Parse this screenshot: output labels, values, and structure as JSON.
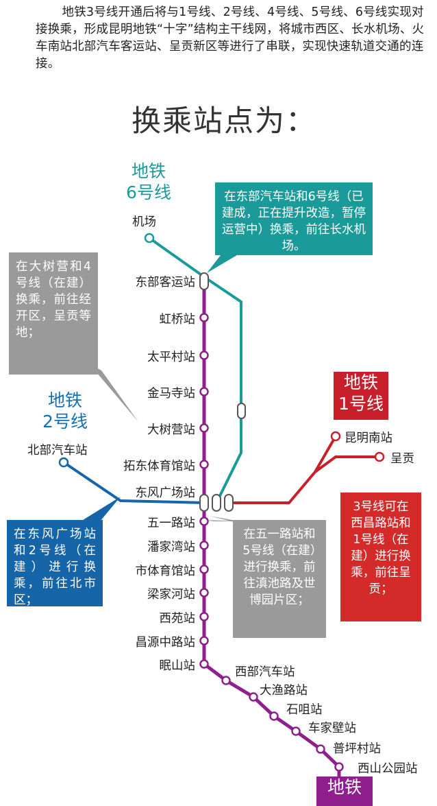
{
  "intro": "地铁3号线开通后将与1号线、2号线、4号线、5号线、6号线实现对接换乘，形成昆明地铁“十字”结构主干线网，将城市西区、长水机场、火车南站北部汽车客运站、呈贡新区等进行了串联，实现快速轨道交通的连接。",
  "heading": "换乘站点为：",
  "lines": {
    "line6": {
      "label_top": "地铁",
      "label_bottom": "6号线",
      "terminal": "机场"
    },
    "line2": {
      "label_top": "地铁",
      "label_bottom": "2号线",
      "terminal": "北部汽车站"
    },
    "line1": {
      "label_top": "地铁",
      "label_bottom": "1号线",
      "branch_a": "昆明南站",
      "branch_b": "呈贡"
    },
    "line3": {
      "label_top": "地铁"
    }
  },
  "stations": {
    "vertical": [
      "东部客运站",
      "虹桥站",
      "太平村站",
      "金马寺站",
      "大树营站",
      "拓东体育馆站",
      "东风广场站",
      "五一路站",
      "潘家湾站",
      "市体育馆站",
      "梁家河站",
      "西苑站",
      "昌源中路站",
      "眠山站"
    ],
    "diagonal": [
      "西部汽车站",
      "大渔路站",
      "石咀站",
      "车家壁站",
      "普坪村站",
      "西山公园站"
    ]
  },
  "callouts": {
    "line6": "在东部汽车站和6号线（已建成，正在提升改造，暂停运营中）换乘，前往长水机场。",
    "line4": "在大树营和4号线（在建）换乘，前往经开区，呈贡等地；",
    "line2": "在东风广场站和2号线（在建）进行换乘，前往北市区；",
    "line5": "在五一路站和5号线（在建）进行换乘，前往滇池路及世博园片区；",
    "line1": "3号线可在西昌路站和1号线（在建）进行换乘，前往呈贡；"
  },
  "colors": {
    "line3": "#8e1f8c",
    "line6": "#1b9a9a",
    "line2": "#1565a8",
    "line1": "#c8202a",
    "gray": "#9a9a9a"
  }
}
